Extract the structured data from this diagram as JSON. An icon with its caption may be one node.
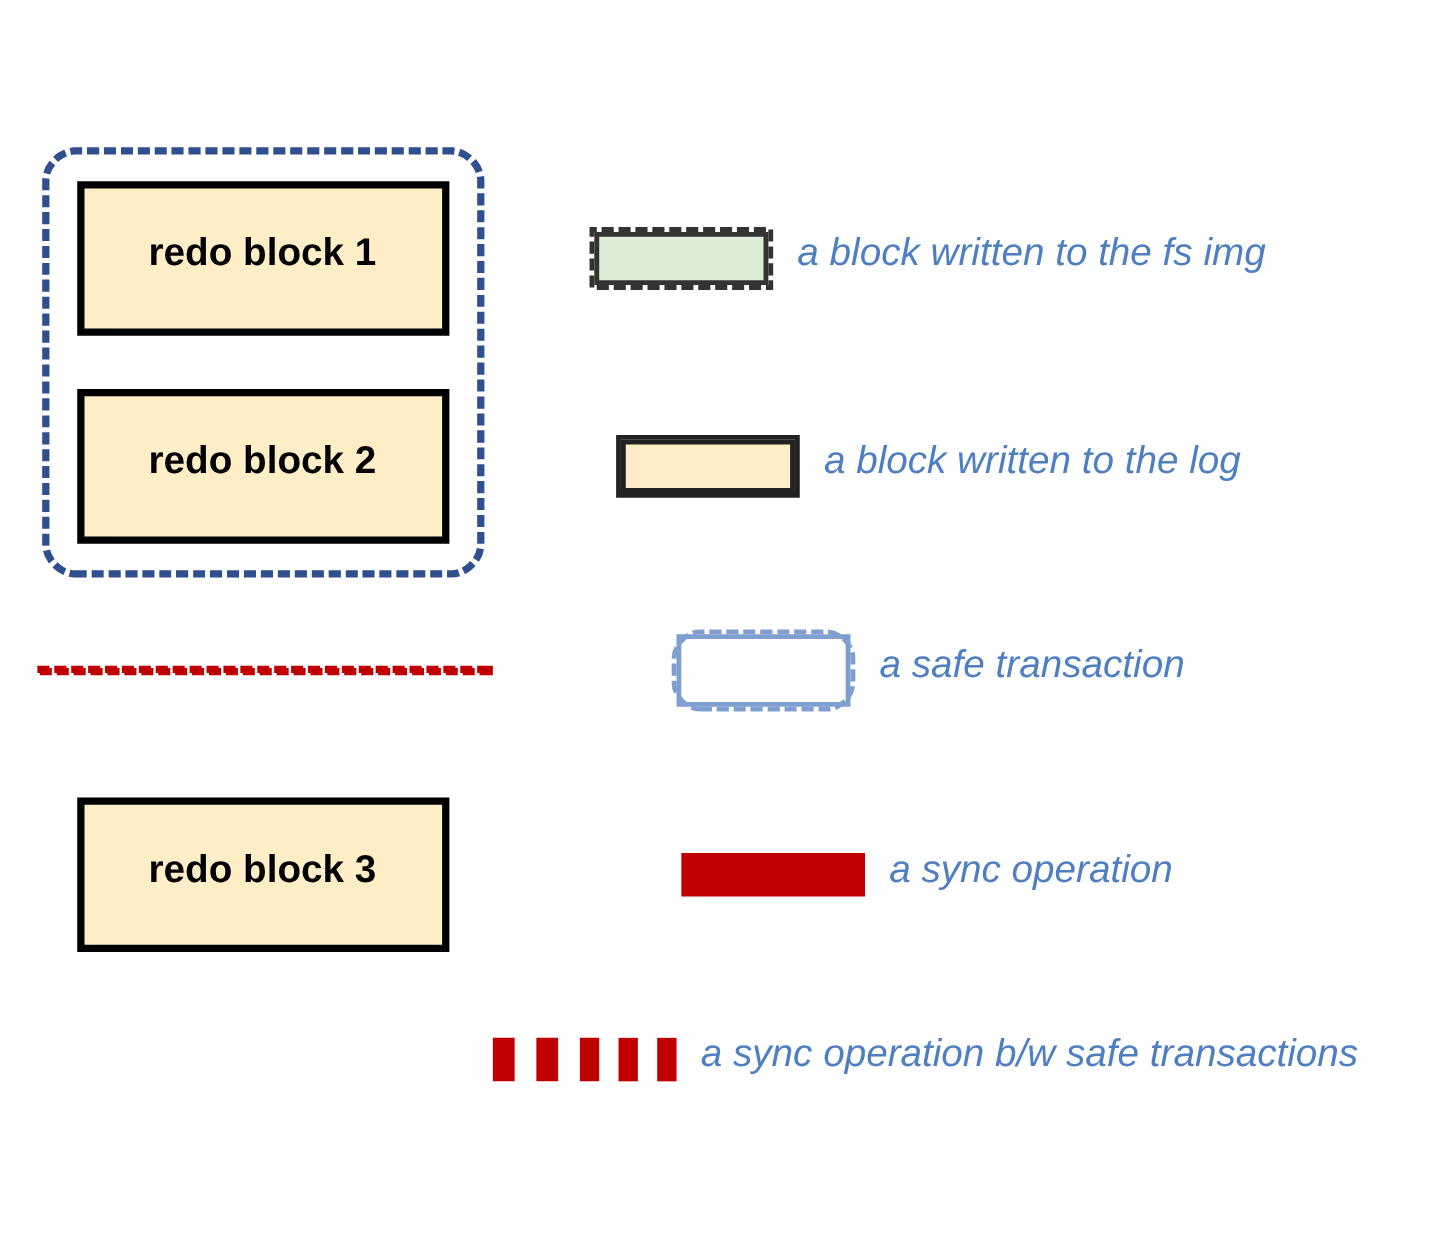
{
  "diagram": {
    "nodes": [
      {
        "text": [],
        "shape": "box"
      },
      {
        "text": [
          "redo block 1"
        ],
        "in": 0
      },
      {
        "text": [
          "redo block 2"
        ],
        "in": 0
      },
      {
        "text": [],
        "shape": "bar"
      },
      {
        "text": [
          "redo block 3"
        ]
      }
    ],
    "legend": [
      {
        "text": "a block written to the fs img",
        "color": "#dcebd3"
      },
      {
        "text": "a block written to the log",
        "color": "#fdeec8"
      },
      {
        "text": "a safe transaction"
      },
      {
        "text": "a sync operation"
      },
      {
        "text": "a sync operation b/w safe transactions"
      }
    ]
  }
}
